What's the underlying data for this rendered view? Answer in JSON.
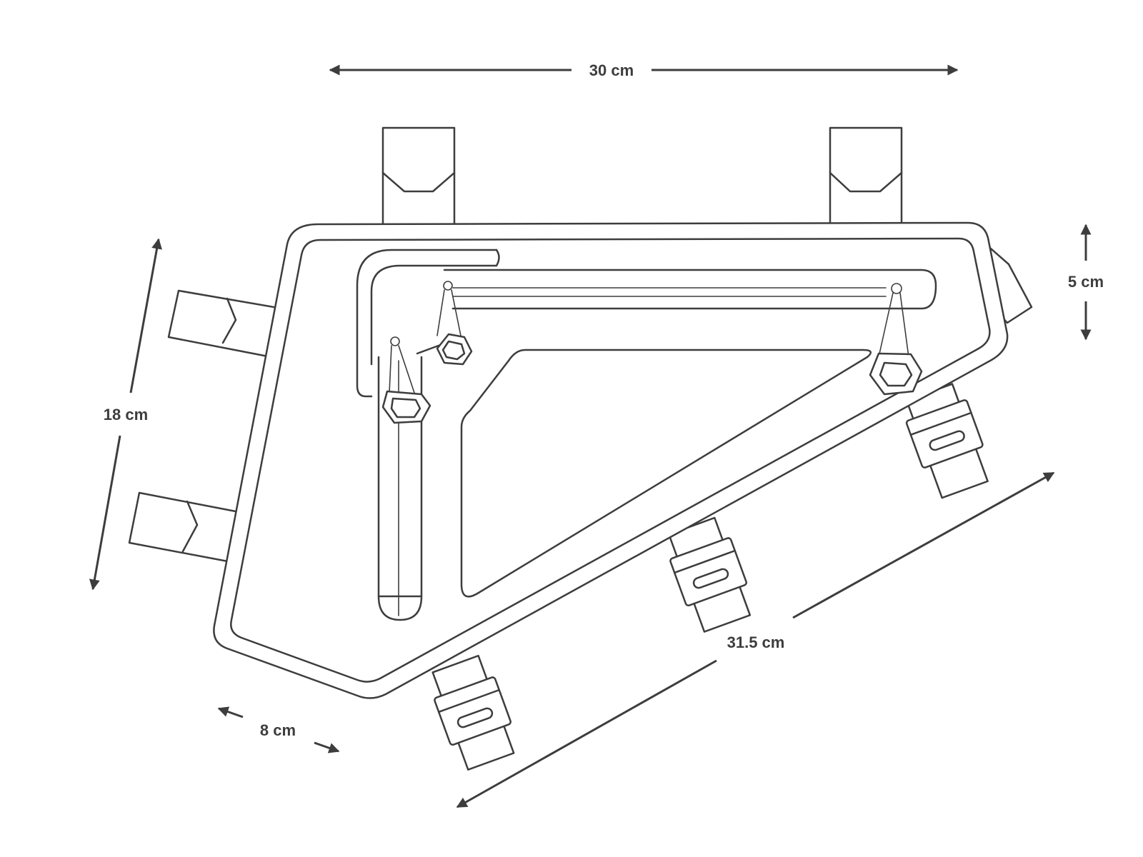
{
  "dimensions": {
    "top_width": "30 cm",
    "height": "18 cm",
    "depth": "5 cm",
    "bottom_length": "31.5 cm",
    "front_width": "8 cm"
  },
  "colors": {
    "ink": "#3d3d3d",
    "background": "#ffffff"
  }
}
